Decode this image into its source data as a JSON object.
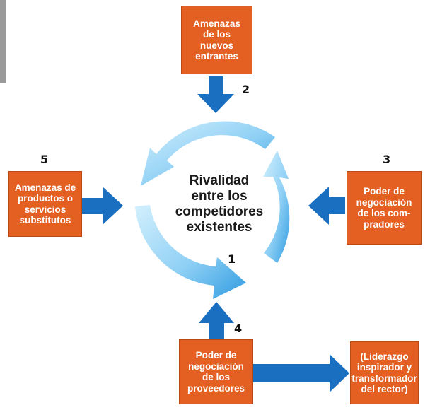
{
  "colors": {
    "box_fill": "#e35f22",
    "arrow_blue": "#1b6fc0",
    "cycle_light": "#c2e9fb",
    "cycle_dark": "#2f9be0"
  },
  "center": {
    "label": "Rivalidad\nentre los\ncompetidores\nexistentes",
    "number": "1"
  },
  "forces": {
    "new_entrants": {
      "label": "Amenazas\nde los\nnuevos\nentrantes",
      "number": "2"
    },
    "buyers": {
      "label": "Poder de\nnegociación\nde los com-\npradores",
      "number": "3"
    },
    "suppliers": {
      "label": "Poder de\nnegociación\nde los\nproveedores",
      "number": "4"
    },
    "substitutes": {
      "label": "Amenazas de\nproductos o\nservicios\nsubstitutos",
      "number": "5"
    }
  },
  "leadership": {
    "label": "(Liderazgo\ninspirador y\ntransformador\ndel rector)"
  }
}
